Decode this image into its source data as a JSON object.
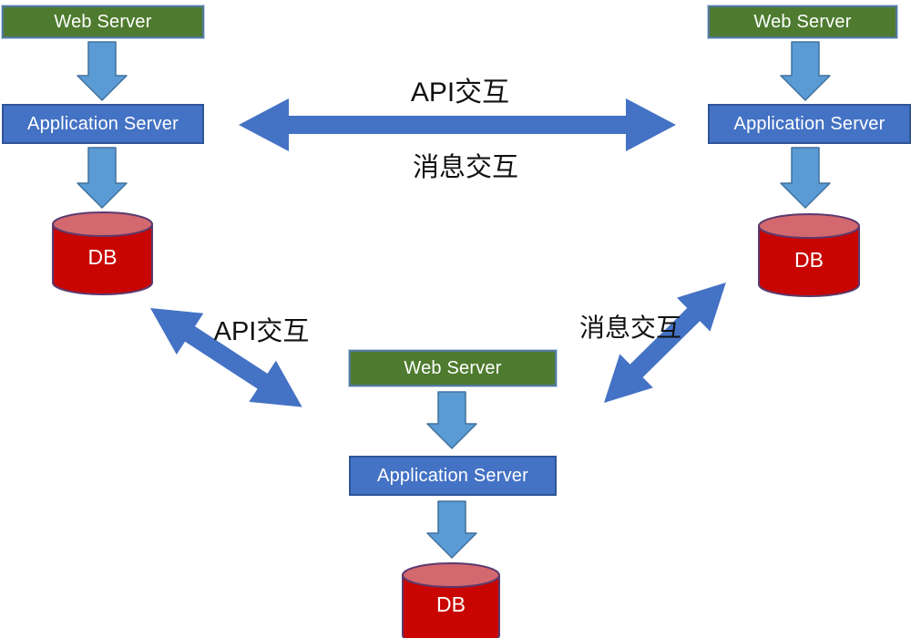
{
  "stacks": [
    {
      "position": "top-left",
      "web": "Web Server",
      "app": "Application Server",
      "db": "DB"
    },
    {
      "position": "top-right",
      "web": "Web Server",
      "app": "Application Server",
      "db": "DB"
    },
    {
      "position": "bottom-center",
      "web": "Web Server",
      "app": "Application Server",
      "db": "DB"
    }
  ],
  "connections": [
    {
      "type": "horizontal-double-arrow",
      "between": [
        "top-left application server",
        "top-right application server"
      ],
      "labels": [
        "API交互",
        "消息交互"
      ]
    },
    {
      "type": "diagonal-double-arrow",
      "between": [
        "top-left db",
        "bottom-center web server"
      ],
      "label": "API交互"
    },
    {
      "type": "diagonal-double-arrow",
      "between": [
        "bottom-center web server",
        "top-right db"
      ],
      "label": "消息交互"
    }
  ],
  "colors": {
    "background": "#ffffff",
    "web_box_fill": "#4e7b2f",
    "web_box_border": "#54789c",
    "app_box_fill": "#4472c4",
    "app_box_border": "#2f5597",
    "flow_arrow_fill": "#5b9bd5",
    "flow_arrow_border": "#41719c",
    "link_arrow_fill": "#4472c4",
    "db_body_fill": "#c80500",
    "db_top_fill": "#d4686f",
    "db_border": "#5b3a6e",
    "label_text": "#111111",
    "box_text": "#ffffff"
  }
}
